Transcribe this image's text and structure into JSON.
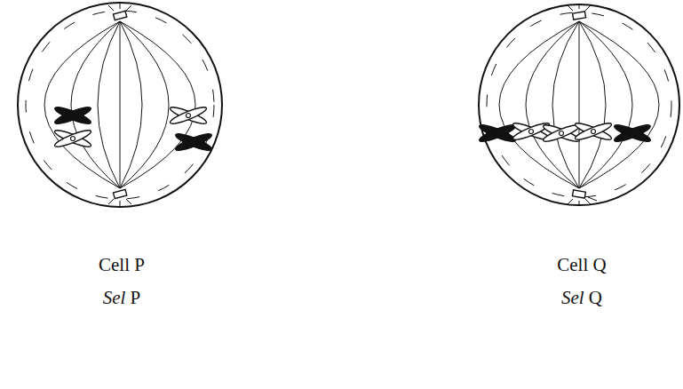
{
  "diagram": {
    "labels": [
      "Cell P",
      "Sel P",
      "Cell Q",
      "Sel Q"
    ]
  }
}
